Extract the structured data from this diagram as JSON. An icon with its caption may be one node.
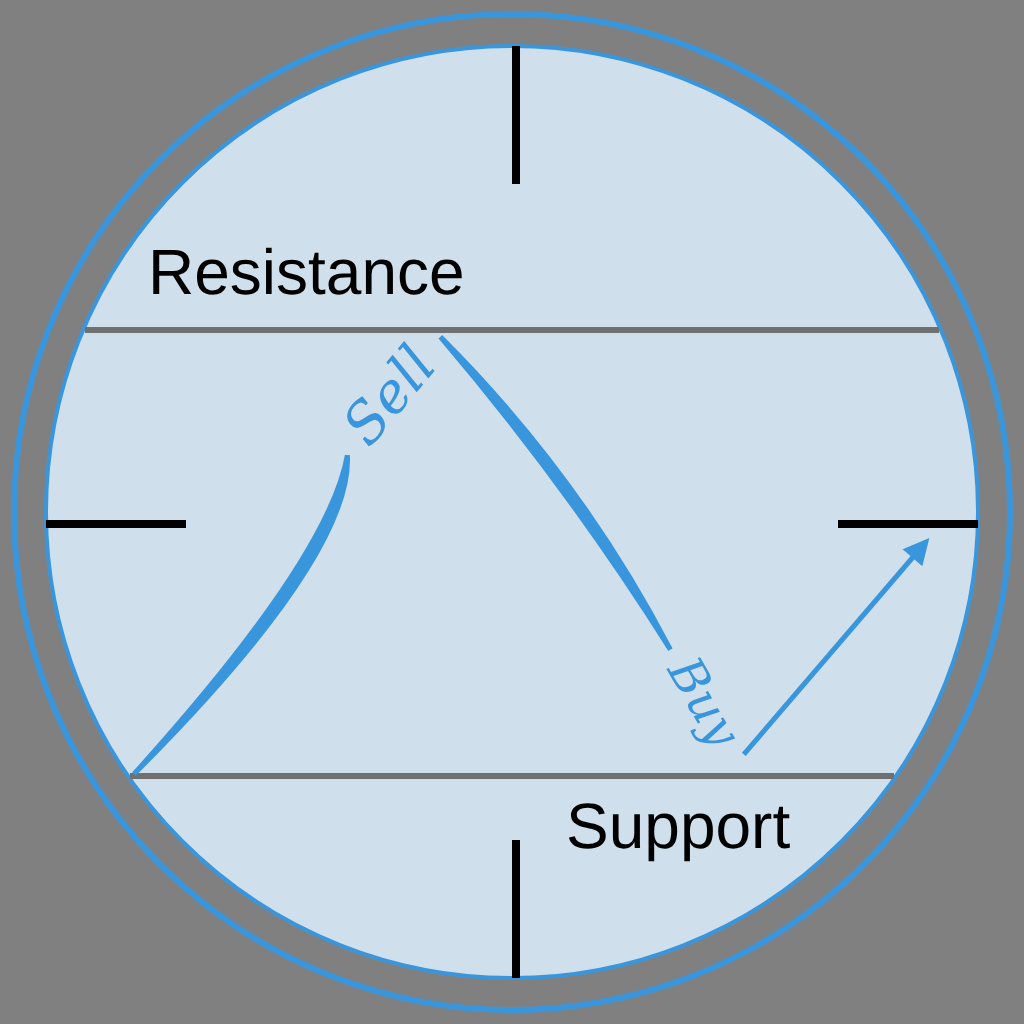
{
  "diagram": {
    "nodes": [
      {
        "text": [
          "Sell"
        ]
      },
      {
        "text": [
          "Buy"
        ]
      }
    ],
    "edges": [
      {
        "from": null,
        "to": 0,
        "arrow": "none"
      },
      {
        "from": 0,
        "to": 1,
        "arrow": "none"
      },
      {
        "from": 1,
        "to": null,
        "arrow": "to"
      }
    ],
    "labels": [
      "Resistance",
      "Support"
    ]
  }
}
